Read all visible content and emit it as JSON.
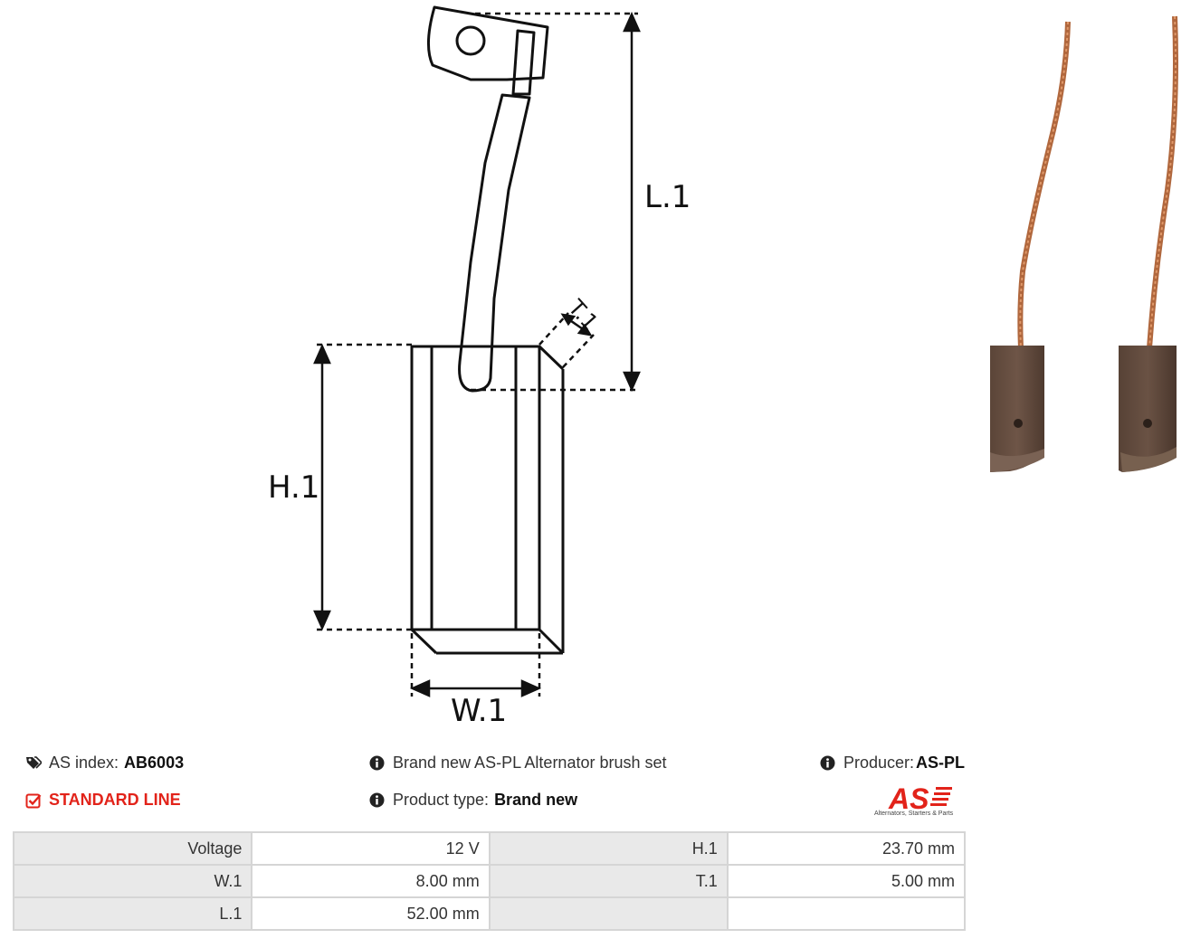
{
  "diagram": {
    "labels": {
      "l1": "L.1",
      "h1": "H.1",
      "w1": "W.1",
      "t1": "T.1"
    }
  },
  "info": {
    "as_index_label": "AS index:",
    "as_index_value": "AB6003",
    "line": "STANDARD LINE",
    "description": "Brand new AS-PL Alternator brush set",
    "product_type_label": "Product type:",
    "product_type_value": "Brand new",
    "producer_label": "Producer:",
    "producer_value": "AS-PL"
  },
  "logo": {
    "text": "AS",
    "tagline": "Alternators, Starters & Parts"
  },
  "specs": {
    "rows": [
      [
        {
          "k": "Voltage",
          "v": "12 V"
        },
        {
          "k": "H.1",
          "v": "23.70 mm"
        }
      ],
      [
        {
          "k": "W.1",
          "v": "8.00 mm"
        },
        {
          "k": "T.1",
          "v": "5.00 mm"
        }
      ],
      [
        {
          "k": "L.1",
          "v": "52.00 mm"
        },
        {
          "k": "",
          "v": ""
        }
      ]
    ]
  },
  "colors": {
    "accent": "#e2231a",
    "header_bg": "#e9e9e9",
    "border": "#d5d5d5"
  }
}
